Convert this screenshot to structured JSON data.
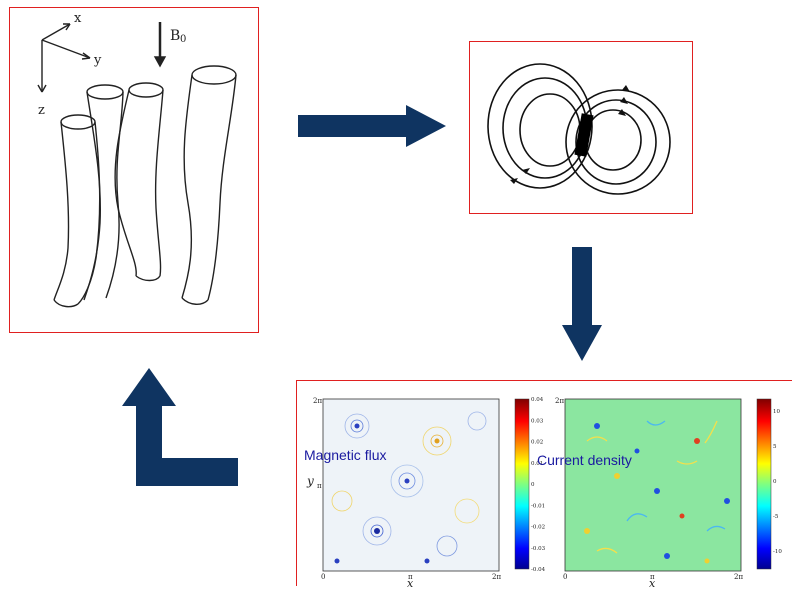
{
  "flux_tubes": {
    "axis_x": "x",
    "axis_y": "y",
    "axis_z": "z",
    "field_label": "B",
    "field_subscript": "0"
  },
  "panels": {
    "magnetic_flux": {
      "title": "Magnetic flux",
      "y_top": "2π",
      "y_mid": "π",
      "y_label": "y",
      "x_start": "0",
      "x_mid": "π",
      "x_end": "2π",
      "x_label": "x",
      "colorbar_ticks": [
        "0.04",
        "0.03",
        "0.02",
        "0.01",
        "0",
        "-0.01",
        "-0.02",
        "-0.03",
        "-0.04"
      ]
    },
    "current_density": {
      "title": "Current density",
      "y_top": "2π",
      "x_start": "0",
      "x_mid": "π",
      "x_end": "2π",
      "x_label": "x",
      "colorbar_ticks": [
        "10",
        "5",
        "0",
        "-5",
        "-10"
      ]
    }
  },
  "colors": {
    "arrow": "#0f3461",
    "frame": "#e02020",
    "label": "#1a1aa0"
  }
}
